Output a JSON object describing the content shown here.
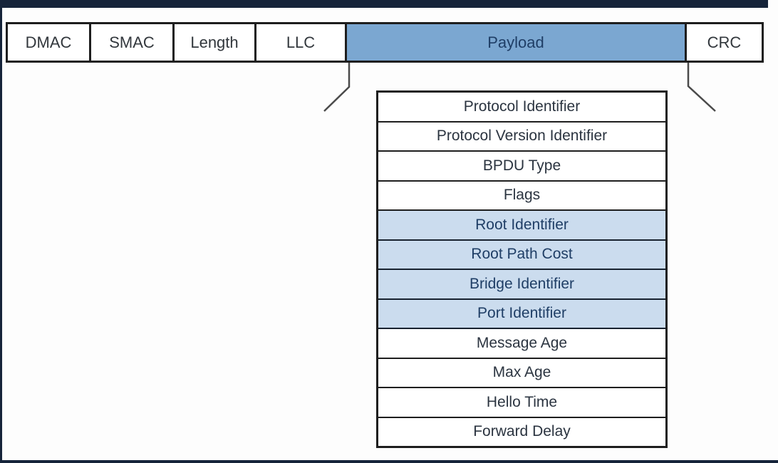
{
  "diagram": {
    "frame_fields": [
      {
        "label": "DMAC",
        "highlight": false
      },
      {
        "label": "SMAC",
        "highlight": false
      },
      {
        "label": "Length",
        "highlight": false
      },
      {
        "label": "LLC",
        "highlight": false
      },
      {
        "label": "Payload",
        "highlight": true
      },
      {
        "label": "CRC",
        "highlight": false
      }
    ],
    "bpdu_fields": [
      {
        "label": "Protocol Identifier",
        "highlight": false
      },
      {
        "label": "Protocol Version Identifier",
        "highlight": false
      },
      {
        "label": "BPDU Type",
        "highlight": false
      },
      {
        "label": "Flags",
        "highlight": false
      },
      {
        "label": "Root Identifier",
        "highlight": true
      },
      {
        "label": "Root Path Cost",
        "highlight": true
      },
      {
        "label": "Bridge Identifier",
        "highlight": true
      },
      {
        "label": "Port Identifier",
        "highlight": true
      },
      {
        "label": "Message Age",
        "highlight": false
      },
      {
        "label": "Max Age",
        "highlight": false
      },
      {
        "label": "Hello Time",
        "highlight": false
      },
      {
        "label": "Forward Delay",
        "highlight": false
      }
    ]
  },
  "colors": {
    "chrome": "#16243A",
    "border": "#1E1E1E",
    "payload_fill": "#7BA7D1",
    "payload_text": "#1F3E66",
    "highlight_row_fill": "#CBDCEE",
    "field_text": "#32373C",
    "row_text": "#2B3440",
    "callout_line": "#4A4A4A"
  }
}
